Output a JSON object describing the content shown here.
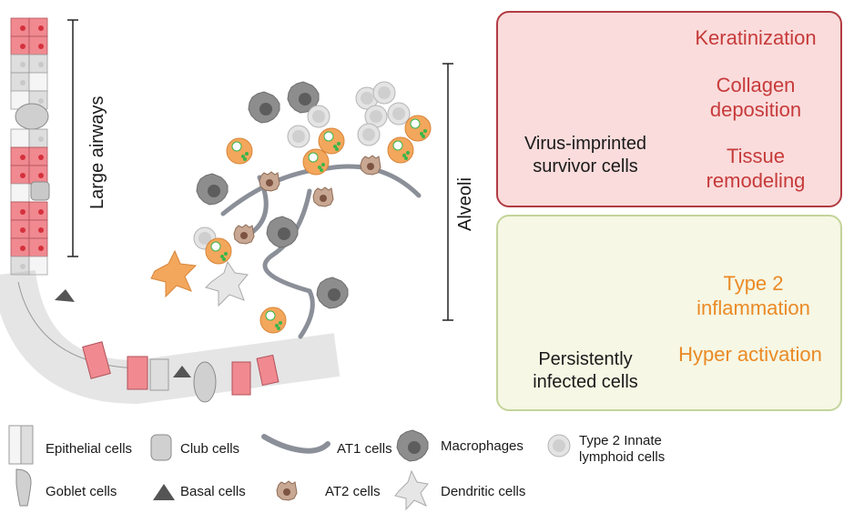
{
  "labels": {
    "large_airways": "Large airways",
    "alveoli": "Alveoli"
  },
  "survivor_box": {
    "cell_label_line1": "Virus-imprinted",
    "cell_label_line2": "survivor cells",
    "effect1": "Keratinization",
    "effect2_line1": "Collagen",
    "effect2_line2": "deposition",
    "effect3_line1": "Tissue",
    "effect3_line2": "remodeling"
  },
  "infected_box": {
    "cell_label_line1": "Persistently",
    "cell_label_line2": "infected cells",
    "effect1_line1": "Type 2",
    "effect1_line2": "inflammation",
    "effect2": "Hyper activation"
  },
  "legend": {
    "epithelial": "Epithelial cells",
    "club": "Club cells",
    "at1": "AT1 cells",
    "macrophages": "Macrophages",
    "ilc_line1": "Type 2 Innate",
    "ilc_line2": "lymphoid cells",
    "goblet": "Goblet cells",
    "basal": "Basal cells",
    "at2": "AT2 cells",
    "dendritic": "Dendritic cells"
  },
  "colors": {
    "red_box_fill": "#fadcdc",
    "red_box_border": "#b23c43",
    "green_box_fill": "#f6f7e4",
    "green_box_border": "#c3d49a",
    "red_text": "#c73a3a",
    "orange_text": "#ea8a26",
    "infected_cell": "#f3a75c",
    "infected_nucleus": "#e07a2e",
    "virus": "#3bb54a",
    "survivor_cell": "#f4a3a8",
    "macrophage": "#8a8a8a",
    "ilc": "#d9d9d9"
  },
  "icons": [
    "epithelial-cells-icon",
    "club-cell-icon",
    "at1-cell-icon",
    "macrophage-icon",
    "ilc-icon",
    "goblet-cell-icon",
    "basal-cell-icon",
    "at2-cell-icon",
    "dendritic-cell-icon"
  ]
}
